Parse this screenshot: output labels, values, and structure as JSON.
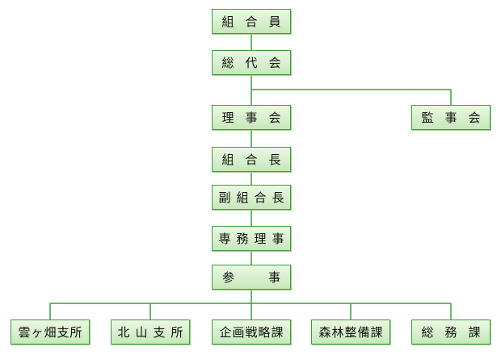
{
  "nodes": {
    "kumiaiin": "組合員",
    "sodaikai": "総代会",
    "rijikai": "理事会",
    "kanjikai": "監事会",
    "kumiaicho": "組合長",
    "fuku_kumiaicho": "副組合長",
    "senmu_riji": "専務理事",
    "sanji": "参事",
    "unagahata_shisho": "雲ヶ畑支所",
    "kitayama_shisho": "北山支所",
    "kikaku_senryaku_ka": "企画戦略課",
    "shinrin_seibi_ka": "森林整備課",
    "somu_ka": "総務課"
  },
  "colors": {
    "node_border": "#3f9a3f",
    "node_fill_top": "#eaf8e3",
    "node_fill_bottom": "#c7e8ba",
    "connector": "#3f9a3f"
  }
}
